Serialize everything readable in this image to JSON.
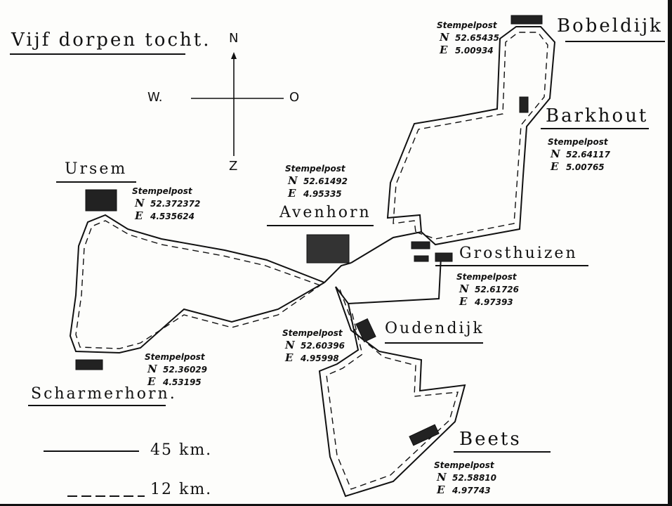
{
  "title": "Vijf dorpen tocht.",
  "compass": {
    "north": "N",
    "south": "Z",
    "west": "W.",
    "east": "O"
  },
  "villages": {
    "ursem": "Ursem",
    "schermerhorn": "Scharmerhorn.",
    "avenhorn": "Avenhorn",
    "bobeldijk": "Bobeldijk",
    "barkhout": "Barkhout",
    "grosthuizen": "Grosthuizen",
    "oudendijk": "Oudendijk",
    "beets": "Beets"
  },
  "stempelposts": {
    "label": "Stempelpost",
    "lat_symbol": "N",
    "lon_symbol": "E",
    "ursem": {
      "lat": "52.372372",
      "lon": "4.535624"
    },
    "schermerhorn": {
      "lat": "52.36029",
      "lon": "4.53195"
    },
    "avenhorn": {
      "lat": "52.61492",
      "lon": "4.95335"
    },
    "bobeldijk": {
      "lat": "52.65435",
      "lon": "5.00934"
    },
    "barkhout": {
      "lat": "52.64117",
      "lon": "5.00765"
    },
    "grosthuizen": {
      "lat": "52.61726",
      "lon": "4.97393"
    },
    "oudendijk": {
      "lat": "52.60396",
      "lon": "4.95998"
    },
    "beets": {
      "lat": "52.58810",
      "lon": "4.97743"
    }
  },
  "legend": {
    "solid_route": "45 km.",
    "dashed_route": "12 km."
  }
}
